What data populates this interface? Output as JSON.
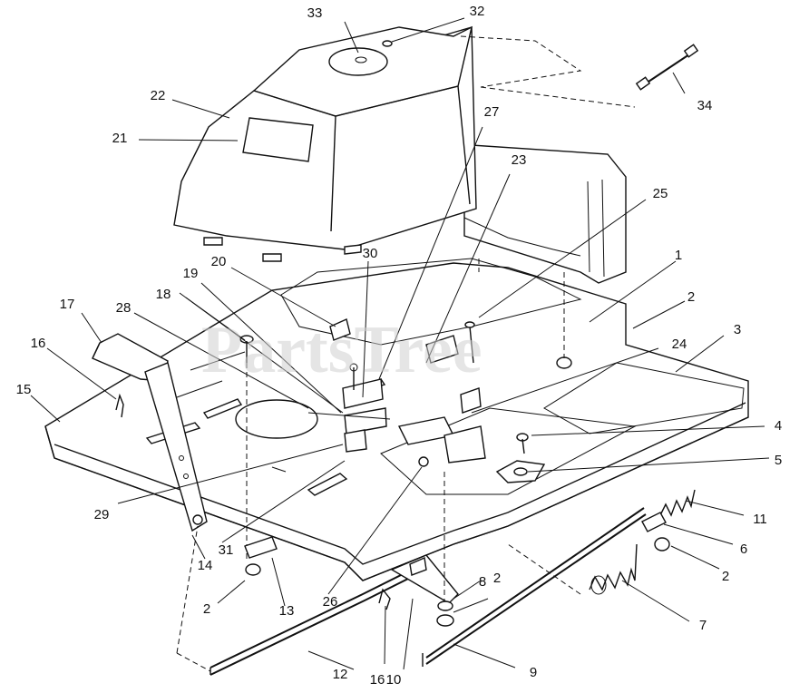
{
  "watermark": {
    "text": "PartsTree",
    "color": "#cfcfcf"
  },
  "callouts": [
    "1",
    "2",
    "2",
    "2",
    "2",
    "3",
    "4",
    "5",
    "6",
    "7",
    "8",
    "9",
    "10",
    "11",
    "12",
    "13",
    "14",
    "15",
    "16",
    "16",
    "17",
    "18",
    "19",
    "20",
    "21",
    "22",
    "23",
    "24",
    "25",
    "26",
    "27",
    "28",
    "29",
    "30",
    "31",
    "32",
    "33",
    "34"
  ]
}
